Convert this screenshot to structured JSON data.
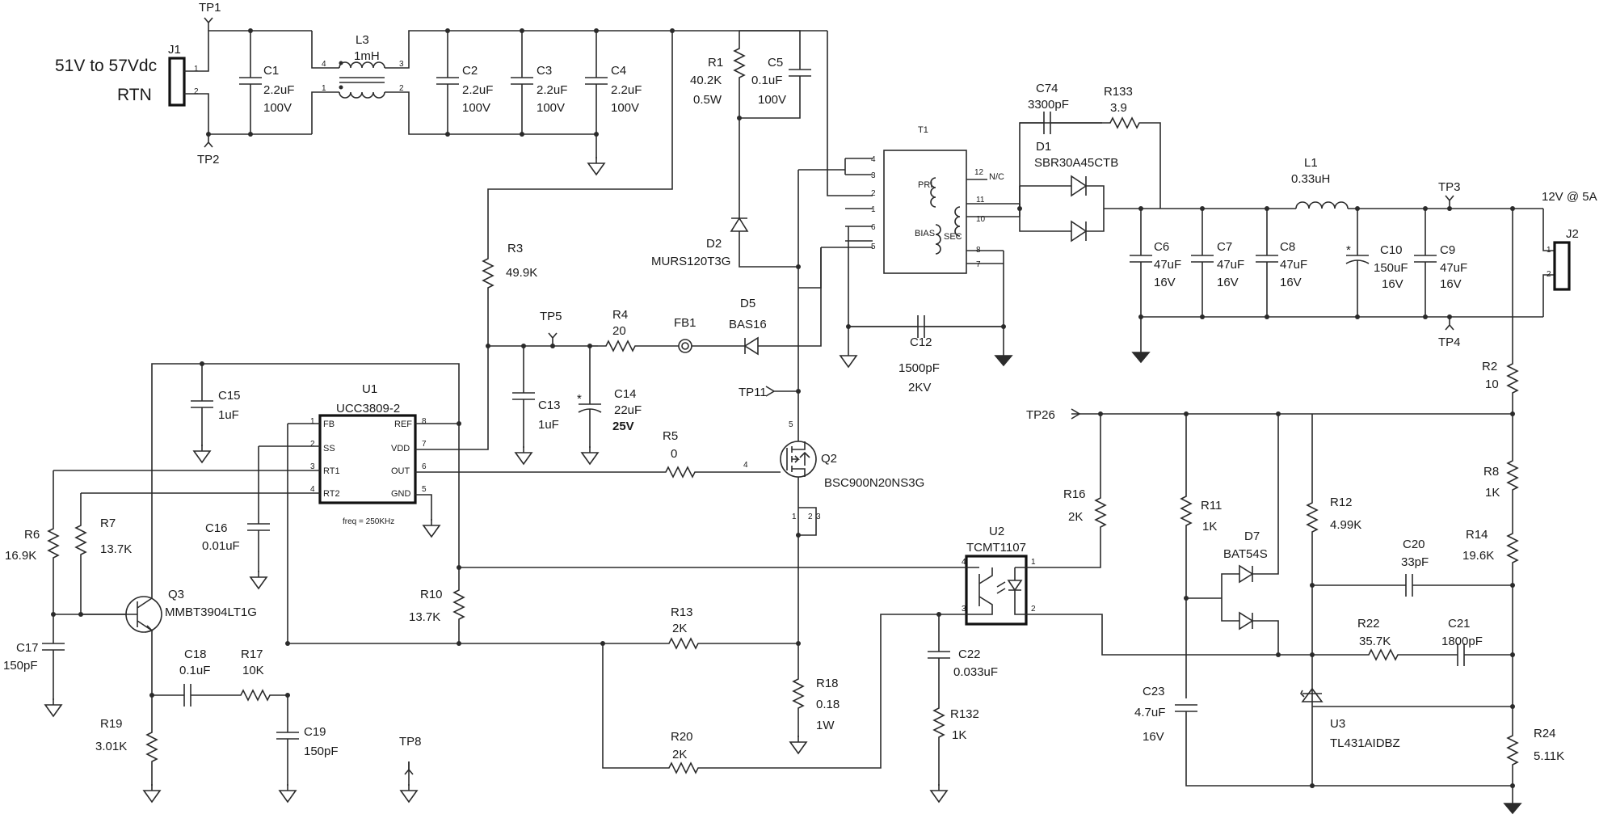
{
  "labels": {
    "input_range": "51V to 57Vdc",
    "rtn": "RTN",
    "output": "12V @ 5A",
    "j1": "J1",
    "j2": "J2",
    "tp1": "TP1",
    "tp2": "TP2",
    "tp3": "TP3",
    "tp4": "TP4",
    "tp5": "TP5",
    "tp8": "TP8",
    "tp11": "TP11",
    "tp26": "TP26",
    "c1": "C1",
    "c1_val": "2.2uF",
    "c1_v": "100V",
    "l3": "L3",
    "l3_val": "1mH",
    "c2": "C2",
    "c2_val": "2.2uF",
    "c2_v": "100V",
    "c3": "C3",
    "c3_val": "2.2uF",
    "c3_v": "100V",
    "c4": "C4",
    "c4_val": "2.2uF",
    "c4_v": "100V",
    "r1": "R1",
    "r1_val": "40.2K",
    "r1_p": "0.5W",
    "c5": "C5",
    "c5_val": "0.1uF",
    "c5_v": "100V",
    "t1": "T1",
    "pri": "PRI",
    "bias": "BIAS",
    "sec": "SEC",
    "nc": "N/C",
    "c74": "C74",
    "c74_val": "3300pF",
    "r133": "R133",
    "r133_val": "3.9",
    "d1": "D1",
    "d1_val": "SBR30A45CTB",
    "l1": "L1",
    "l1_val": "0.33uH",
    "c6": "C6",
    "c6_val": "47uF",
    "c6_v": "16V",
    "c7": "C7",
    "c7_val": "47uF",
    "c7_v": "16V",
    "c8": "C8",
    "c8_val": "47uF",
    "c8_v": "16V",
    "c10": "C10",
    "c10_val": "150uF",
    "c10_v": "16V",
    "c9": "C9",
    "c9_val": "47uF",
    "c9_v": "16V",
    "r3": "R3",
    "r3_val": "49.9K",
    "d2": "D2",
    "d2_val": "MURS120T3G",
    "r4": "R4",
    "r4_val": "20",
    "fb1": "FB1",
    "d5": "D5",
    "d5_val": "BAS16",
    "c12": "C12",
    "c12_val": "1500pF",
    "c12_v": "2KV",
    "r2": "R2",
    "r2_val": "10",
    "c15": "C15",
    "c15_val": "1uF",
    "u1": "U1",
    "u1_val": "UCC3809-2",
    "u1_freq": "freq = 250KHz",
    "u1_fb": "FB",
    "u1_ss": "SS",
    "u1_rt1": "RT1",
    "u1_rt2": "RT2",
    "u1_ref": "REF",
    "u1_vdd": "VDD",
    "u1_out": "OUT",
    "u1_gnd": "GND",
    "c13": "C13",
    "c13_val": "1uF",
    "c14": "C14",
    "c14_val": "22uF",
    "c14_v": "25V",
    "r5": "R5",
    "r5_val": "0",
    "q2": "Q2",
    "q2_val": "BSC900N20NS3G",
    "r6": "R6",
    "r6_val": "16.9K",
    "r7": "R7",
    "r7_val": "13.7K",
    "c16": "C16",
    "c16_val": "0.01uF",
    "r8": "R8",
    "r8_val": "1K",
    "r16": "R16",
    "r16_val": "2K",
    "r11": "R11",
    "r11_val": "1K",
    "r12": "R12",
    "r12_val": "4.99K",
    "d7": "D7",
    "d7_val": "BAT54S",
    "u2": "U2",
    "u2_val": "TCMT1107",
    "r14": "R14",
    "r14_val": "19.6K",
    "c20": "C20",
    "c20_val": "33pF",
    "q3": "Q3",
    "q3_val": "MMBT3904LT1G",
    "c17": "C17",
    "c17_val": "150pF",
    "r10": "R10",
    "r10_val": "13.7K",
    "r13": "R13",
    "r13_val": "2K",
    "c18": "C18",
    "c18_val": "0.1uF",
    "r17": "R17",
    "r17_val": "10K",
    "r19": "R19",
    "r19_val": "3.01K",
    "c19": "C19",
    "c19_val": "150pF",
    "r18": "R18",
    "r18_val": "0.18",
    "r18_p": "1W",
    "c22": "C22",
    "c22_val": "0.033uF",
    "r22": "R22",
    "r22_val": "35.7K",
    "c21": "C21",
    "c21_val": "1800pF",
    "r132": "R132",
    "r132_val": "1K",
    "r20": "R20",
    "r20_val": "2K",
    "c23": "C23",
    "c23_val": "4.7uF",
    "c23_v": "16V",
    "u3": "U3",
    "u3_val": "TL431AIDBZ",
    "r24": "R24",
    "r24_val": "5.11K"
  }
}
